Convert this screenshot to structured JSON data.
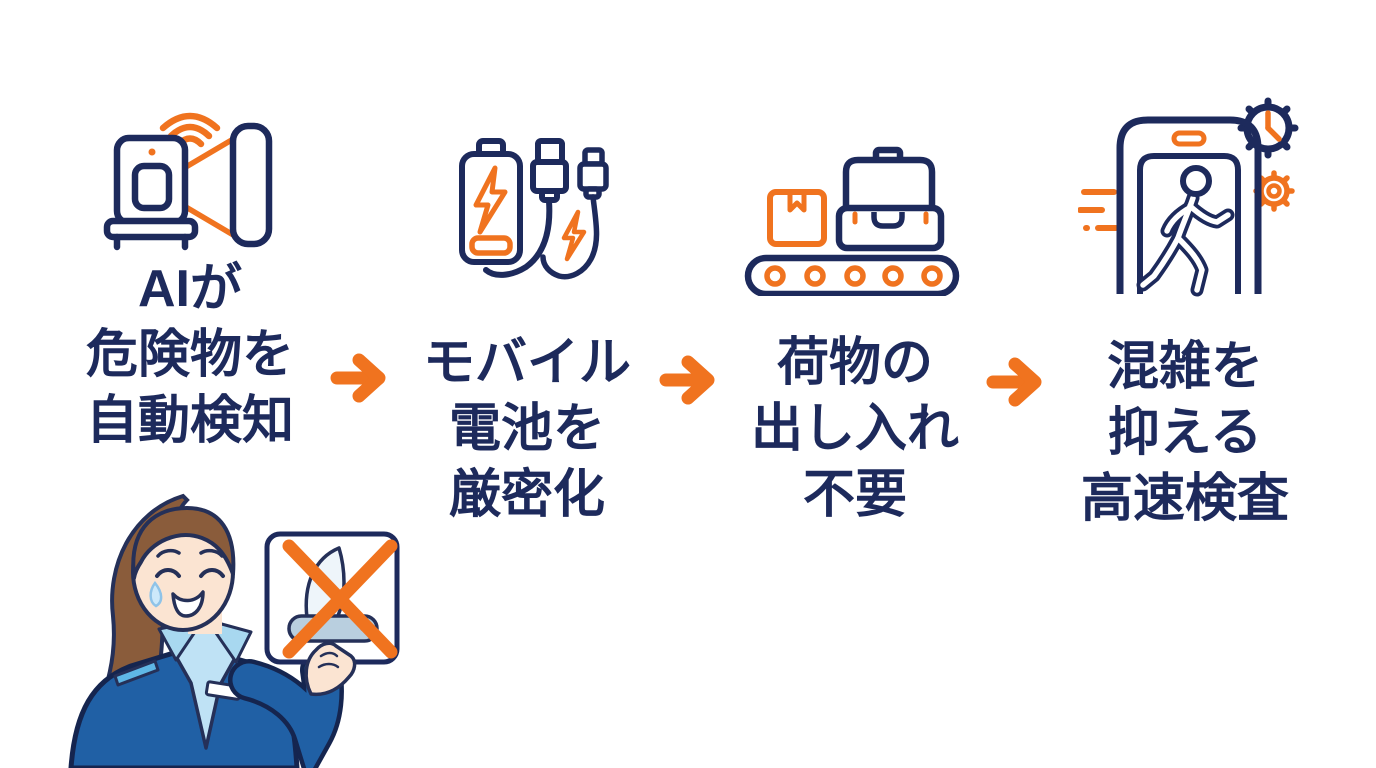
{
  "palette": {
    "navy": "#1d2a5c",
    "orange": "#f0731f",
    "jacket_blue": "#2060a5",
    "shirt_light_blue": "#bfe2f5",
    "trim_blue": "#5fb7e6",
    "skin": "#fbe4d2",
    "hair_brown": "#8a5c3b",
    "knife_gray": "#b9cfdf",
    "background": "#ffffff"
  },
  "flow": {
    "steps": [
      {
        "icon": "ai-scanner-icon",
        "lines": [
          "AIが",
          "危険物を",
          "自動検知"
        ]
      },
      {
        "icon": "mobile-battery-icon",
        "lines": [
          "モバイル",
          "電池を",
          "厳密化"
        ]
      },
      {
        "icon": "luggage-conveyor-icon",
        "lines": [
          "荷物の",
          "出し入れ",
          "不要"
        ]
      },
      {
        "icon": "security-gate-icon",
        "lines": [
          "混雑を",
          "抑える",
          "高速検査"
        ]
      }
    ],
    "arrow_icon": "right-arrow-icon"
  },
  "illustration": {
    "figure": "security-staff-woman",
    "sign": "no-knives-sign"
  }
}
